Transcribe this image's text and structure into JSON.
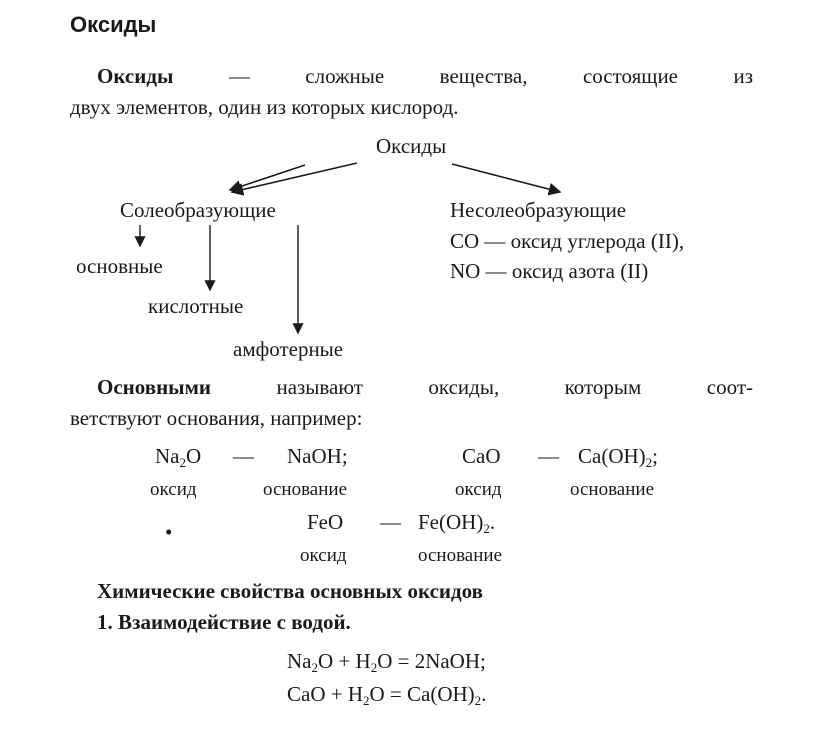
{
  "title": "Оксиды",
  "definition": {
    "term": "Оксиды",
    "line1_rest": "— сложные вещества, состоящие из",
    "line2": "двух элементов, один из которых кислород."
  },
  "diagram": {
    "root": "Оксиды",
    "salt_forming": "Солеобразующие",
    "non_salt_forming": "Несолеобразующие",
    "basic": "основные",
    "acidic": "кислотные",
    "amphoteric": "амфотерные",
    "examples": [
      "CO — оксид углерода (II),",
      "NO — оксид азота (II)"
    ]
  },
  "basic_def": {
    "term": "Основными",
    "line1_rest": "называют оксиды, которым соот-",
    "line2": "ветствуют основания, например:"
  },
  "pairs": [
    {
      "oxide_a": "Na",
      "oxide_sub": "2",
      "oxide_b": "O",
      "base": "NaOH;",
      "oxide_label": "оксид",
      "base_label": "основание"
    },
    {
      "oxide": "CaO",
      "base_a": "Ca(OH)",
      "base_sub": "2",
      "base_b": ";",
      "oxide_label": "оксид",
      "base_label": "основание"
    },
    {
      "oxide": "FeO",
      "base_a": "Fe(OH)",
      "base_sub": "2",
      "base_b": ".",
      "oxide_label": "оксид",
      "base_label": "основание"
    }
  ],
  "dash": "—",
  "bullet": "•",
  "properties_heading": "Химические свойства основных оксидов",
  "property1": "1. Взаимодействие с водой.",
  "equations": [
    {
      "a": "Na",
      "s1": "2",
      "b": "O + H",
      "s2": "2",
      "c": "O = 2NaOH;"
    },
    {
      "a": "CaO + H",
      "s1": "2",
      "b": "O = Ca(OH)",
      "s2": "2",
      "c": "."
    }
  ]
}
